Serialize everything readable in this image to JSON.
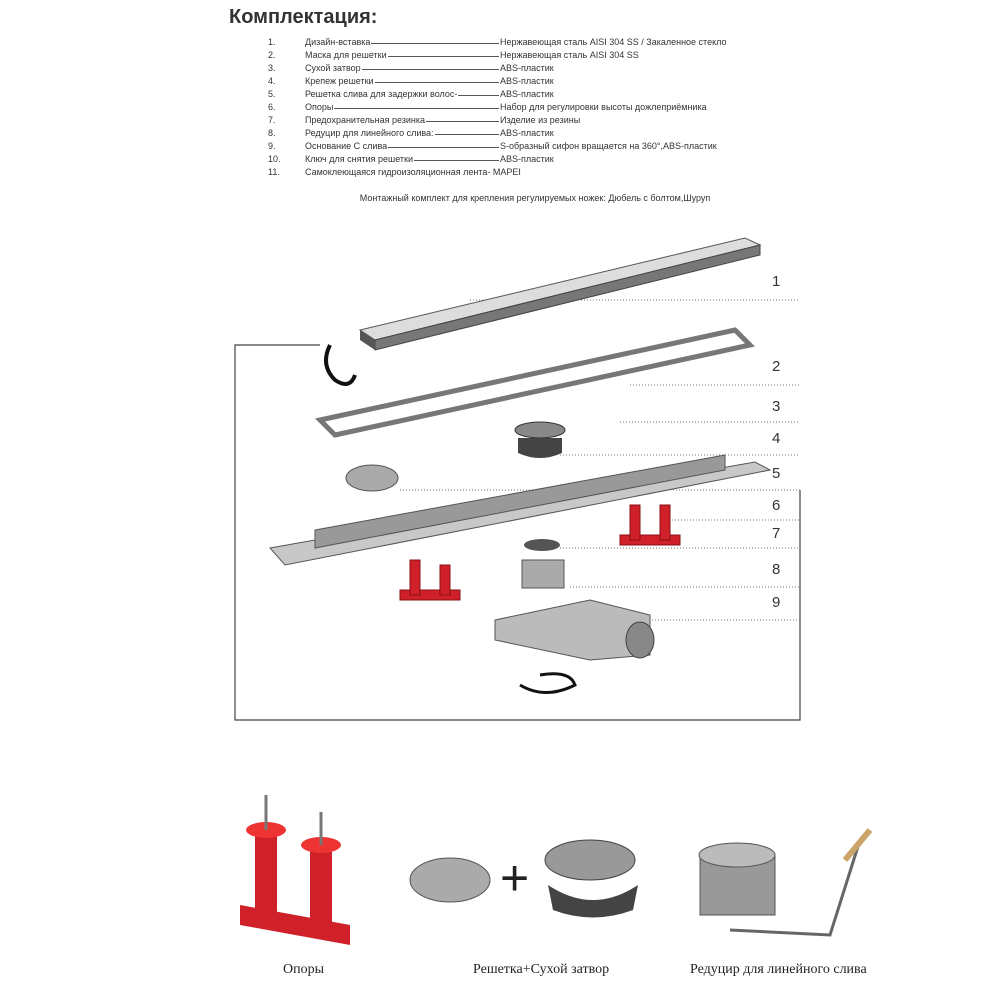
{
  "title": "Комплектация:",
  "items": [
    {
      "num": "1.",
      "name": "Дизайн-вставка",
      "value": "Нержавеющая сталь AISI 304 SS / Закаленное стекло"
    },
    {
      "num": "2.",
      "name": "Маска для решетки",
      "value": "Нержавеющая сталь AISI 304 SS"
    },
    {
      "num": "3.",
      "name": "Сухой затвор",
      "value": "ABS-пластик"
    },
    {
      "num": "4.",
      "name": "Крепеж решетки",
      "value": "ABS-пластик"
    },
    {
      "num": "5.",
      "name": "Решетка слива для задержки волос-",
      "value": "ABS-пластик"
    },
    {
      "num": "6.",
      "name": "Опоры",
      "value": "Набор для регулировки высоты дожлеприёмника"
    },
    {
      "num": "7.",
      "name": "Предохранительная резинка",
      "value": "Изделие из резины"
    },
    {
      "num": "8.",
      "name": "Редуцир для линейного слива:",
      "value": "ABS-пластик"
    },
    {
      "num": "9.",
      "name": "Основание С слива",
      "value": "S-образный сифон вращается на 360°,ABS-пластик"
    },
    {
      "num": "10.",
      "name": "Ключ для снятия решетки",
      "value": "ABS-пластик"
    },
    {
      "num": "11.",
      "name": "Самоклеющаяся гидроизоляционная лента- MAPEI",
      "value": ""
    }
  ],
  "note": "Монтажный комплект для крепления регулируемых ножек: Дюбель с болтом,Шуруп",
  "labels": [
    "1",
    "2",
    "3",
    "4",
    "5",
    "6",
    "7",
    "8",
    "9"
  ],
  "captions": [
    "Опоры",
    "Решетка+Сухой затвор",
    "Редуцир для линейного слива"
  ],
  "colors": {
    "red": "#d0202a",
    "steel": "#9a9a9a"
  }
}
